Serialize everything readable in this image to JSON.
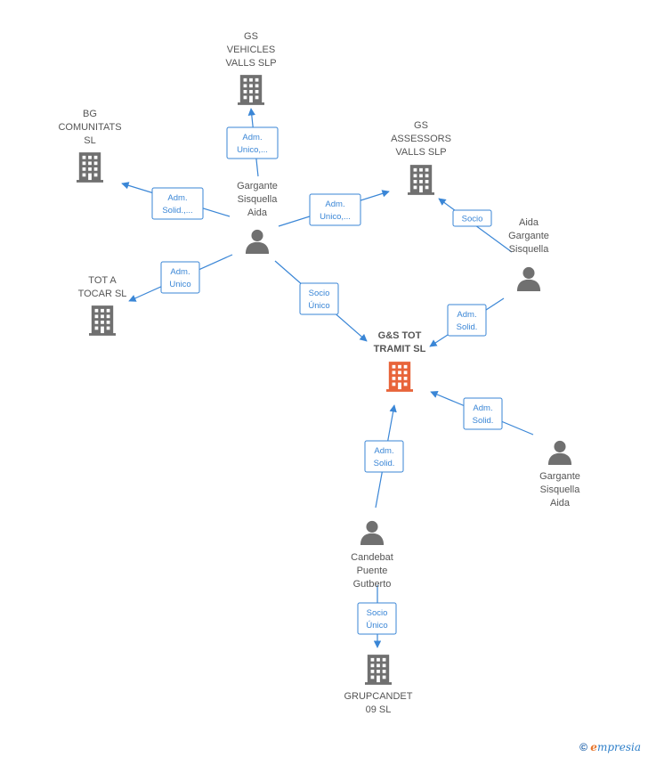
{
  "colors": {
    "edge": "#3a86d6",
    "node": "#707070",
    "main_node": "#e8643a"
  },
  "nodes": [
    {
      "id": "gs_vehicles",
      "type": "company",
      "lines": [
        "GS",
        "VEHICLES",
        "VALLS  SLP"
      ]
    },
    {
      "id": "bg_comunitats",
      "type": "company",
      "lines": [
        "BG",
        "COMUNITATS",
        "SL"
      ]
    },
    {
      "id": "gs_assessors",
      "type": "company",
      "lines": [
        "GS",
        "ASSESSORS",
        "VALLS  SLP"
      ]
    },
    {
      "id": "gargante_top",
      "type": "person",
      "lines": [
        "Gargante",
        "Sisquella",
        "Aida"
      ]
    },
    {
      "id": "aida_right",
      "type": "person",
      "lines": [
        "Aida",
        "Gargante",
        "Sisquella"
      ]
    },
    {
      "id": "tot_a_tocar",
      "type": "company",
      "lines": [
        "TOT A",
        "TOCAR  SL"
      ]
    },
    {
      "id": "gs_tot_tramit",
      "type": "company",
      "main": true,
      "lines": [
        "G&S TOT",
        "TRAMIT  SL"
      ]
    },
    {
      "id": "gargante_bottom",
      "type": "person",
      "lines": [
        "Gargante",
        "Sisquella",
        "Aida"
      ]
    },
    {
      "id": "candebat",
      "type": "person",
      "lines": [
        "Candebat",
        "Puente",
        "Gutberto"
      ]
    },
    {
      "id": "grupcandet",
      "type": "company",
      "lines": [
        "GRUPCANDET",
        "09  SL"
      ]
    }
  ],
  "edges": [
    {
      "id": "e1",
      "lines": [
        "Adm.",
        "Unico,..."
      ]
    },
    {
      "id": "e2",
      "lines": [
        "Adm.",
        "Solid.,..."
      ]
    },
    {
      "id": "e3",
      "lines": [
        "Adm.",
        "Unico,..."
      ]
    },
    {
      "id": "e4",
      "lines": [
        "Adm.",
        "Unico"
      ]
    },
    {
      "id": "e5",
      "lines": [
        "Socio",
        "Único"
      ]
    },
    {
      "id": "e6",
      "lines": [
        "Socio"
      ]
    },
    {
      "id": "e7",
      "lines": [
        "Adm.",
        "Solid."
      ]
    },
    {
      "id": "e8",
      "lines": [
        "Adm.",
        "Solid."
      ]
    },
    {
      "id": "e9",
      "lines": [
        "Adm.",
        "Solid."
      ]
    },
    {
      "id": "e10",
      "lines": [
        "Socio",
        "Único"
      ]
    }
  ],
  "brand": {
    "copyright": "©",
    "initial": "e",
    "rest": "mpresia"
  }
}
